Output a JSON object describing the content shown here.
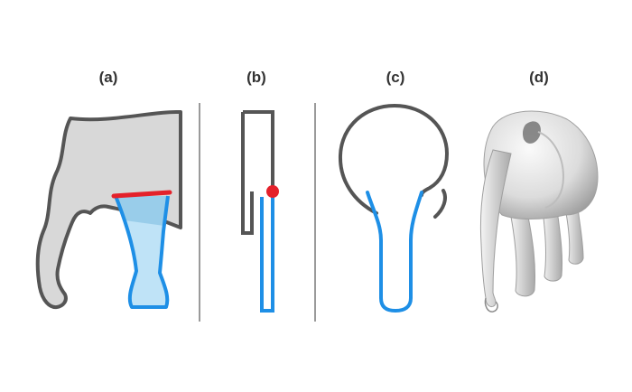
{
  "panels": [
    {
      "id": "a",
      "label": "(a)"
    },
    {
      "id": "b",
      "label": "(b)"
    },
    {
      "id": "c",
      "label": "(c)"
    },
    {
      "id": "d",
      "label": "(d)"
    }
  ],
  "colors": {
    "outline": "#555555",
    "body_fill": "#d8d8d8",
    "blue": "#1e8fe6",
    "light_blue": "#bfe3f7",
    "red": "#e4212b",
    "divider": "#9a9a9a",
    "model_light": "#f2f2f2",
    "model_dark": "#8c8c8c"
  }
}
